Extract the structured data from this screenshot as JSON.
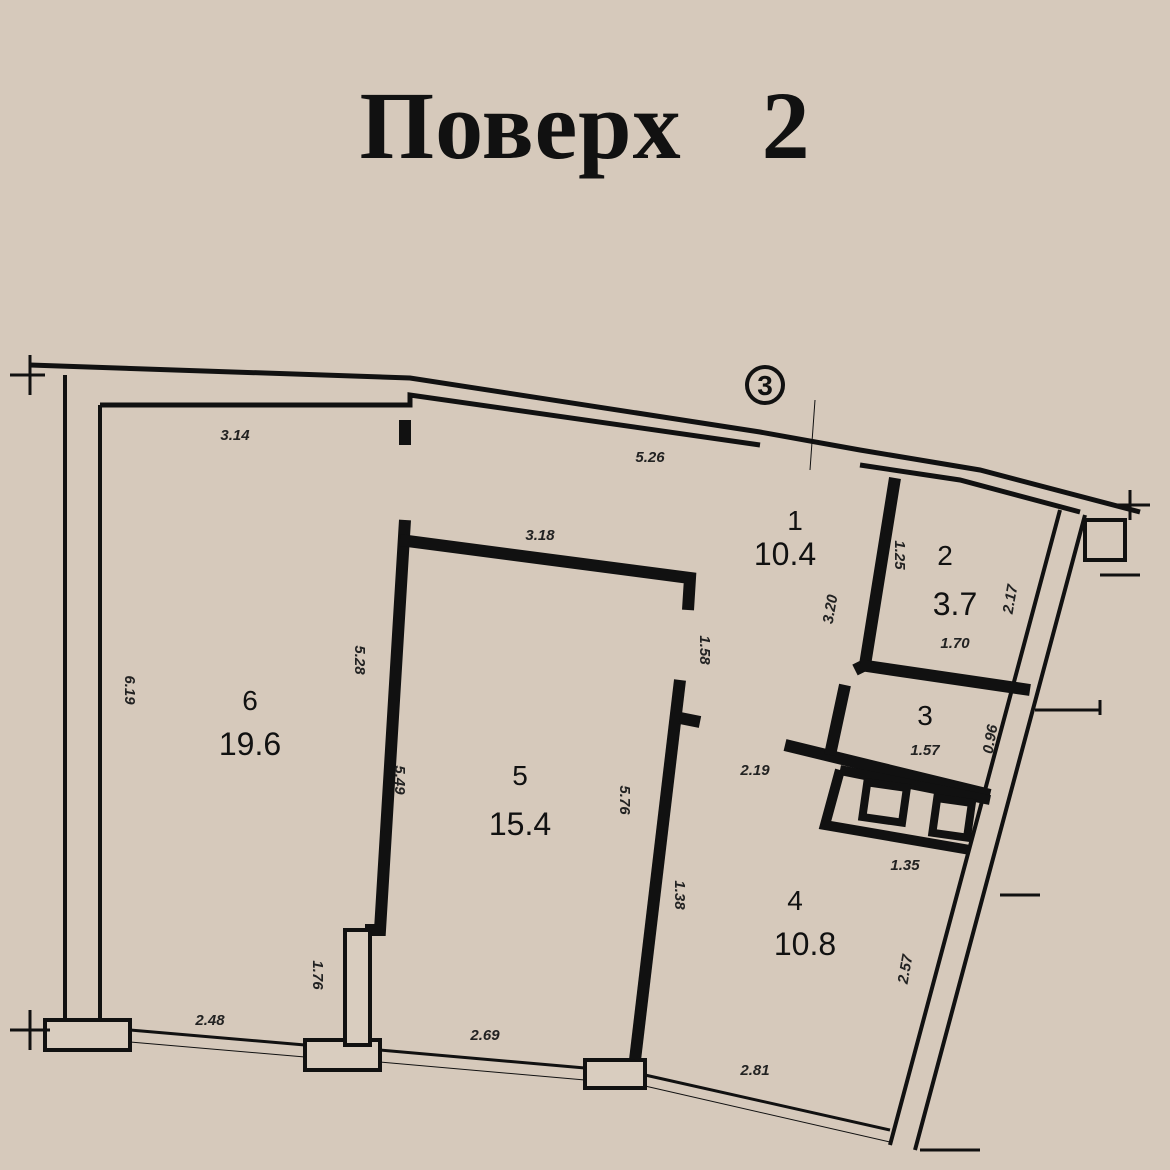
{
  "title": {
    "word": "Поверх",
    "number": "2"
  },
  "axis_marker": "3",
  "rooms": [
    {
      "number": "1",
      "area": "10.4"
    },
    {
      "number": "2",
      "area": "3.7"
    },
    {
      "number": "3",
      "area": "1.57"
    },
    {
      "number": "4",
      "area": "10.8"
    },
    {
      "number": "5",
      "area": "15.4"
    },
    {
      "number": "6",
      "area": "19.6"
    }
  ],
  "dimensions": {
    "d314": "3.14",
    "d526": "5.26",
    "d318": "3.18",
    "d619": "6.19",
    "d528": "5.28",
    "d549": "5.49",
    "d576": "5.76",
    "d158": "1.58",
    "d176": "1.76",
    "d248": "2.48",
    "d269": "2.69",
    "d281": "2.81",
    "d257": "2.57",
    "d219": "2.19",
    "d135": "1.35",
    "d170": "1.70",
    "d217": "2.17",
    "d320": "3.20",
    "d125": "1.25",
    "d096": "0.96",
    "d138": "1.38"
  }
}
